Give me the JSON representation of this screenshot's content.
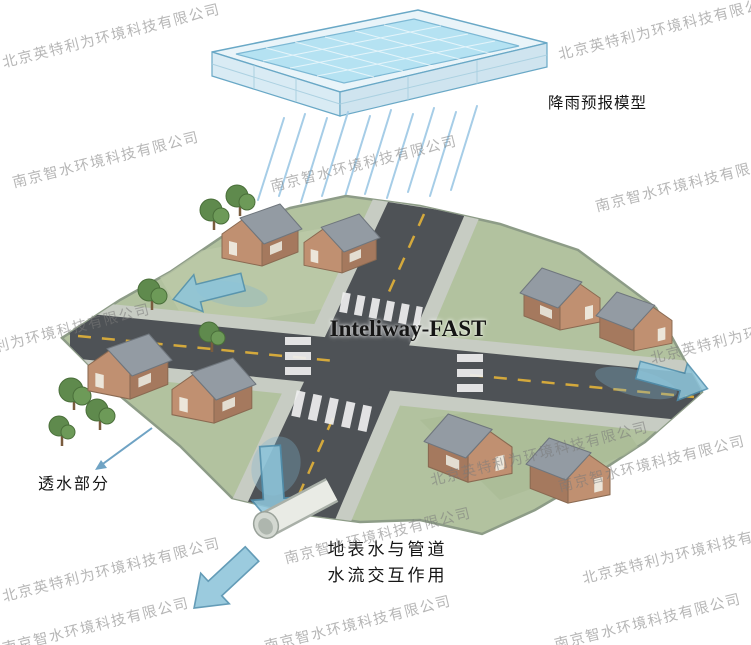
{
  "diagram": {
    "center_title": "Inteliway-FAST",
    "rain_model_label": "降雨预报模型",
    "permeable_label": "透水部分",
    "interaction_label": [
      "地表水与管道",
      "水流交互作用"
    ]
  },
  "watermarks": {
    "company_a": "北京英特利为环境科技有限公司",
    "company_b": "南京智水环境科技有限公司"
  },
  "colors": {
    "flow_arrow": "#8ec4da",
    "water": "#b5e2f2",
    "road": "#4e5256",
    "grass": "#b2c29f",
    "lane_marking": "#d4a93c",
    "roof": "#939ba3",
    "wall": "#c09071"
  }
}
